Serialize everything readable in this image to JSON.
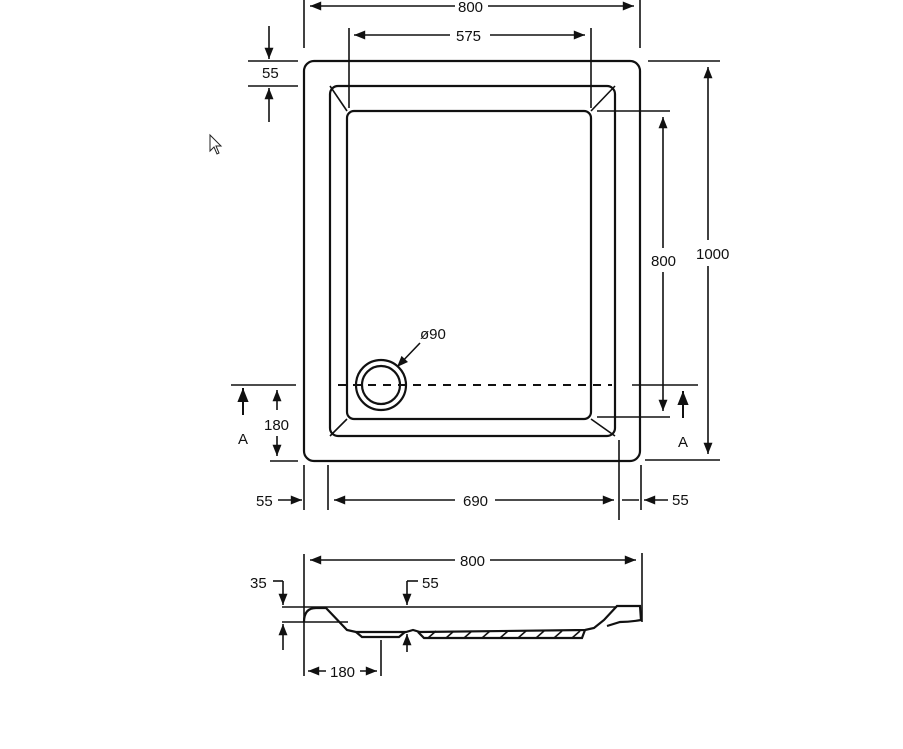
{
  "plan_view": {
    "overall_width": "800",
    "inner_width": "575",
    "rim_top": "55",
    "inner_length": "800",
    "overall_length": "1000",
    "waste_diameter": "ø90",
    "waste_offset": "180",
    "section_mark_left": "A",
    "section_mark_right": "A",
    "rim_left": "55",
    "floor_width": "690",
    "rim_right": "55"
  },
  "section_view": {
    "overall_width": "800",
    "rim_height": "35",
    "total_height": "55",
    "waste_offset": "180"
  }
}
